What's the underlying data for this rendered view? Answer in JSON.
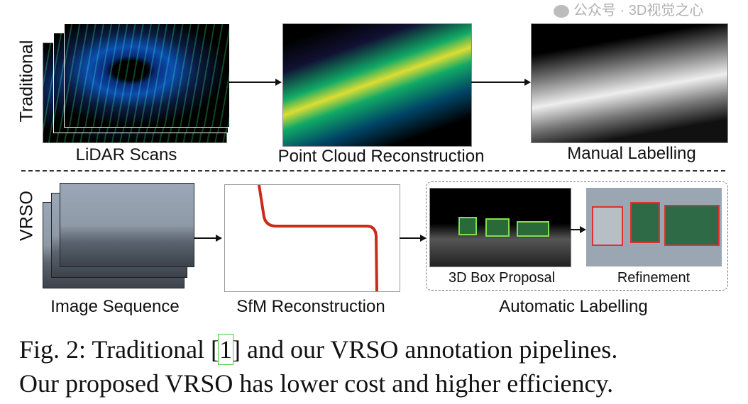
{
  "figure": {
    "row_labels": {
      "traditional": "Traditional",
      "vrso": "VRSO"
    },
    "traditional": {
      "steps": [
        "LiDAR Scans",
        "Point Cloud Reconstruction",
        "Manual Labelling"
      ]
    },
    "vrso": {
      "steps": [
        "Image Sequence",
        "SfM Reconstruction",
        "Automatic Labelling"
      ],
      "auto_substeps": [
        "3D Box Proposal",
        "Refinement"
      ]
    }
  },
  "caption": {
    "line1_prefix": "Fig. 2: Traditional [",
    "citation": "1",
    "line1_suffix": "] and our VRSO annotation pipelines.",
    "line2": "Our proposed VRSO has lower cost and higher efficiency."
  },
  "watermark": "公众号 · 3D视觉之心",
  "colors": {
    "citation_box": "#44cc44",
    "sfm_path": "#cc2a1a",
    "box_green": "#7ee04a",
    "box_red": "#e03030"
  }
}
